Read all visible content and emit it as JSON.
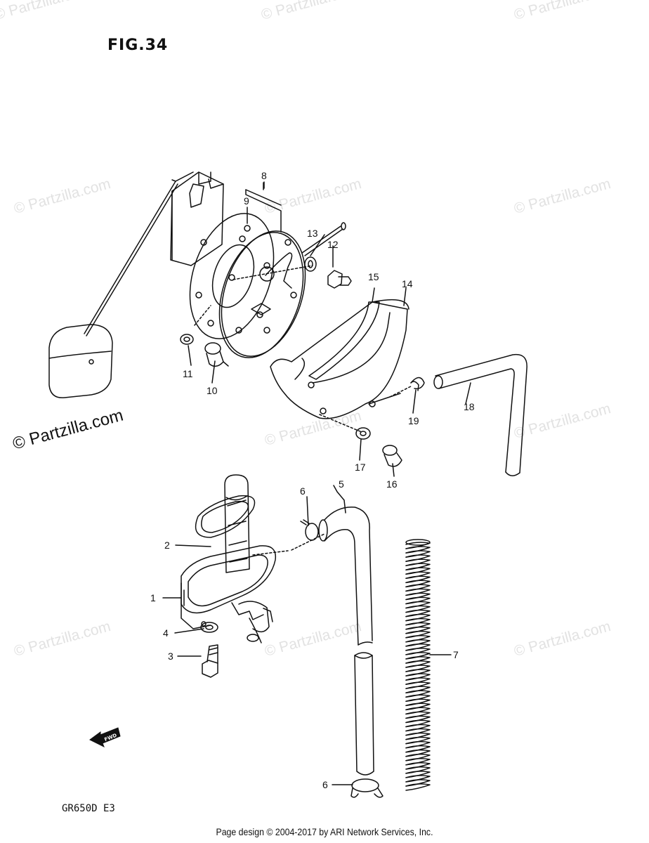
{
  "figure": {
    "title": "FIG.34",
    "model_code": "GR650D E3"
  },
  "footer": {
    "text": "Page design © 2004-2017 by ARI Network Services, Inc."
  },
  "watermark": {
    "text": "© Partzilla.com"
  },
  "fwd_arrow": {
    "label": "FWD"
  },
  "callouts": {
    "c1": "1",
    "c2": "2",
    "c3": "3",
    "c4": "4",
    "c5": "5",
    "c6a": "6",
    "c6b": "6",
    "c7": "7",
    "c8": "8",
    "c9": "9",
    "c10": "10",
    "c11": "11",
    "c12": "12",
    "c13": "13",
    "c14": "14",
    "c15": "15",
    "c16": "16",
    "c17": "17",
    "c18": "18",
    "c19": "19"
  }
}
